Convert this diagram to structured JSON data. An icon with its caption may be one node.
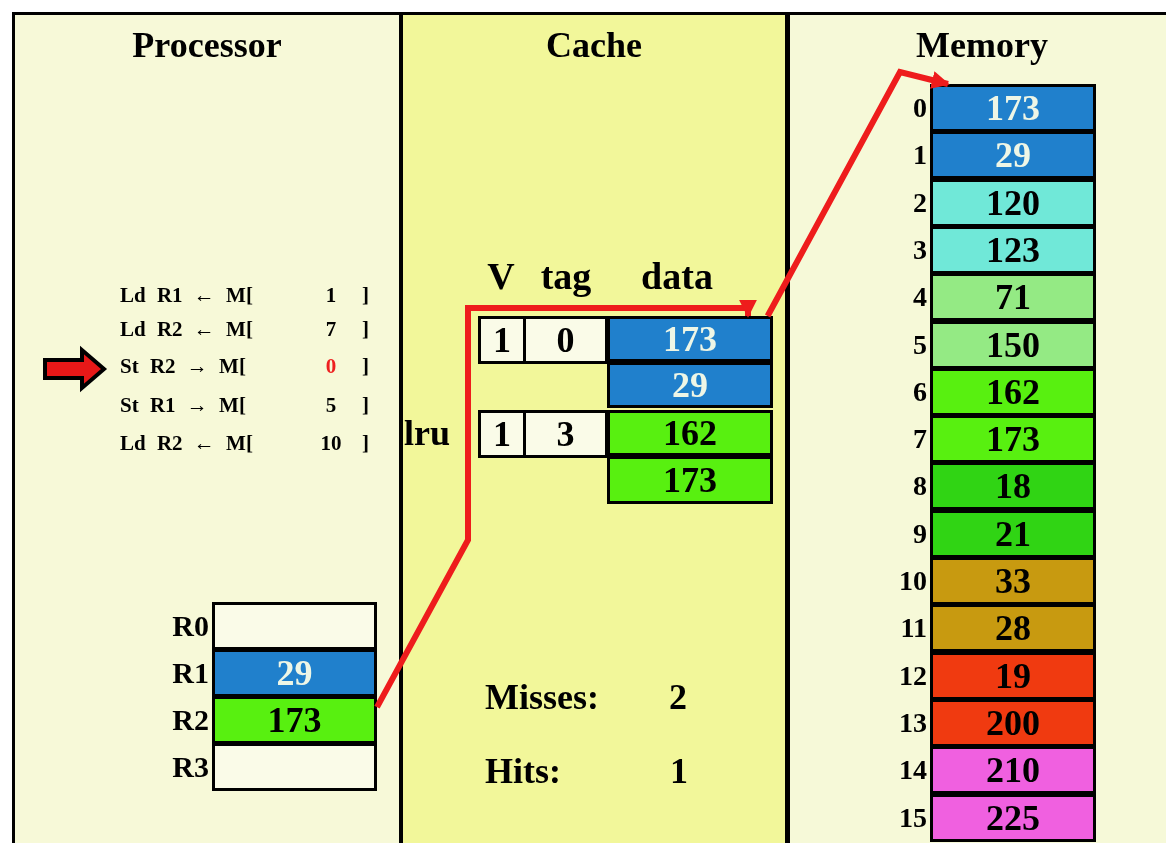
{
  "diagram": {
    "nodes": [
      {
        "text": [
          "Processor"
        ]
      },
      {
        "text": [
          "Cache"
        ]
      },
      {
        "text": [
          "Memory"
        ]
      },
      {
        "text": [],
        "shape": "box",
        "in": 0,
        "beside": [
          "R0"
        ]
      },
      {
        "text": [
          "29"
        ],
        "in": 0,
        "beside": [
          "R1"
        ]
      },
      {
        "text": [
          "173"
        ],
        "in": 0,
        "beside": [
          "R2"
        ]
      },
      {
        "text": [],
        "shape": "box",
        "in": 0,
        "beside": [
          "R3"
        ]
      },
      {
        "text": [
          "1"
        ],
        "in": 1
      },
      {
        "text": [
          "0"
        ],
        "in": 1
      },
      {
        "text": [
          "173"
        ],
        "in": 1
      },
      {
        "text": [
          "29"
        ],
        "in": 1
      },
      {
        "text": [
          "1"
        ],
        "in": 1
      },
      {
        "text": [
          "3"
        ],
        "in": 1
      },
      {
        "text": [
          "162"
        ],
        "in": 1
      },
      {
        "text": [
          "173"
        ],
        "in": 1
      },
      {
        "text": [
          "173"
        ],
        "in": 2,
        "beside": [
          "0"
        ]
      },
      {
        "text": [
          "29"
        ],
        "in": 2,
        "beside": [
          "1"
        ]
      },
      {
        "text": [
          "120"
        ],
        "in": 2,
        "beside": [
          "2"
        ]
      },
      {
        "text": [
          "123"
        ],
        "in": 2,
        "beside": [
          "3"
        ]
      },
      {
        "text": [
          "71"
        ],
        "in": 2,
        "beside": [
          "4"
        ]
      },
      {
        "text": [
          "150"
        ],
        "in": 2,
        "beside": [
          "5"
        ]
      },
      {
        "text": [
          "162"
        ],
        "in": 2,
        "beside": [
          "6"
        ]
      },
      {
        "text": [
          "173"
        ],
        "in": 2,
        "beside": [
          "7"
        ]
      },
      {
        "text": [
          "18"
        ],
        "in": 2,
        "beside": [
          "8"
        ]
      },
      {
        "text": [
          "21"
        ],
        "in": 2,
        "beside": [
          "9"
        ]
      },
      {
        "text": [
          "33"
        ],
        "in": 2,
        "beside": [
          "10"
        ]
      },
      {
        "text": [
          "28"
        ],
        "in": 2,
        "beside": [
          "11"
        ]
      },
      {
        "text": [
          "19"
        ],
        "in": 2,
        "beside": [
          "12"
        ]
      },
      {
        "text": [
          "200"
        ],
        "in": 2,
        "beside": [
          "13"
        ]
      },
      {
        "text": [
          "210"
        ],
        "in": 2,
        "beside": [
          "14"
        ]
      },
      {
        "text": [
          "225"
        ],
        "in": 2,
        "beside": [
          "15"
        ]
      }
    ],
    "edges": [
      {
        "from": 5,
        "to": 9,
        "arrow": "to"
      },
      {
        "from": 9,
        "to": 15,
        "arrow": "to"
      }
    ],
    "labels": [
      "Ld R1 ← M[",
      "1",
      "]",
      "Ld R2 ← M[",
      "7",
      "]",
      "St R2 → M[",
      "0",
      "]",
      "St R1 → M[",
      "5",
      "]",
      "Ld R2 ← M[",
      "10",
      "]",
      "V",
      "tag",
      "data",
      "lru",
      "Misses:",
      "2",
      "Hits:",
      "1"
    ]
  }
}
